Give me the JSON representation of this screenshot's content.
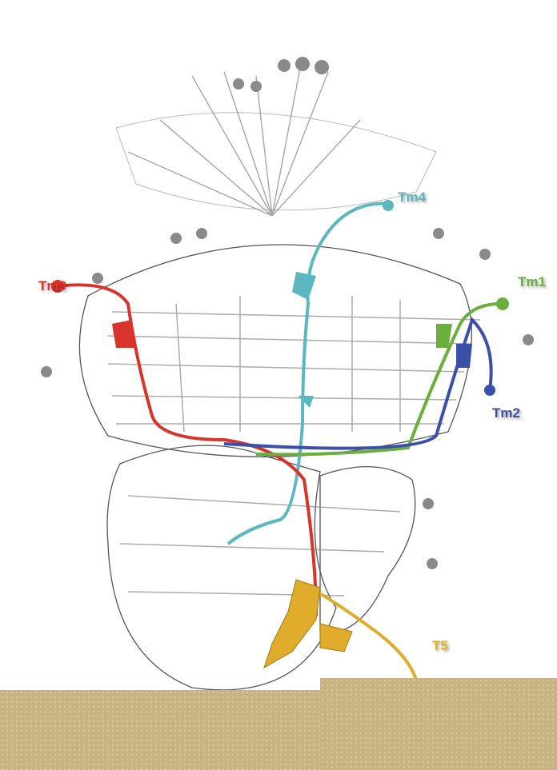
{
  "labels": {
    "tm4": "Tm4",
    "tm9": "Tm9",
    "tm1": "Tm1",
    "tm2": "Tm2",
    "t5": "T5"
  },
  "colors": {
    "tm4": "#5bb7c0",
    "tm9": "#d9342b",
    "tm1": "#6aae3c",
    "tm2": "#3a4fa8",
    "t5": "#e0ac2c",
    "band": "#c8b383"
  }
}
